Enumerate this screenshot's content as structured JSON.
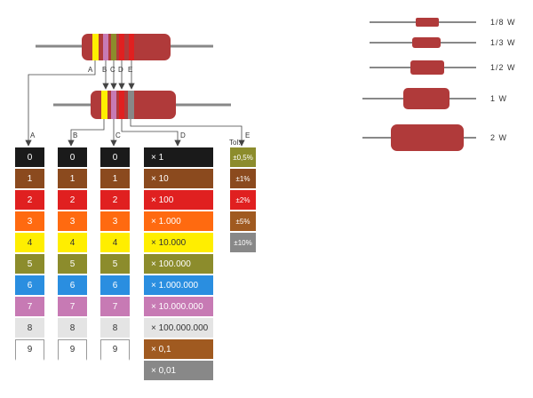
{
  "band_marks": {
    "a": "A",
    "b": "B",
    "c": "C",
    "d": "D",
    "e": "E",
    "tol": "Tol."
  },
  "band_colors": {
    "black": "#1a1a1a",
    "brown": "#8b4a1e",
    "red": "#e02020",
    "orange": "#ff6a10",
    "yellow": "#ffee00",
    "green": "#8c8c2c",
    "blue": "#2a8ee0",
    "violet": "#c77ab4",
    "grey": "#e4e4e4",
    "white": "#ffffff",
    "gold": "#a05a20",
    "silver": "#888888",
    "resistor_body": "#b03a3a",
    "lead": "#888888"
  },
  "digit_column": [
    "0",
    "1",
    "2",
    "3",
    "4",
    "5",
    "6",
    "7",
    "8",
    "9"
  ],
  "multiplier_column": [
    "× 1",
    "× 10",
    "× 100",
    "× 1.000",
    "× 10.000",
    "× 100.000",
    "× 1.000.000",
    "× 10.000.000",
    "× 100.000.000",
    "× 0,1",
    "× 0,01"
  ],
  "tolerance_column": [
    "±0,5%",
    "±1%",
    "±2%",
    "±5%",
    "±10%"
  ],
  "wattage_labels": [
    "1/8 W",
    "1/3 W",
    "1/2 W",
    "1 W",
    "2 W"
  ]
}
